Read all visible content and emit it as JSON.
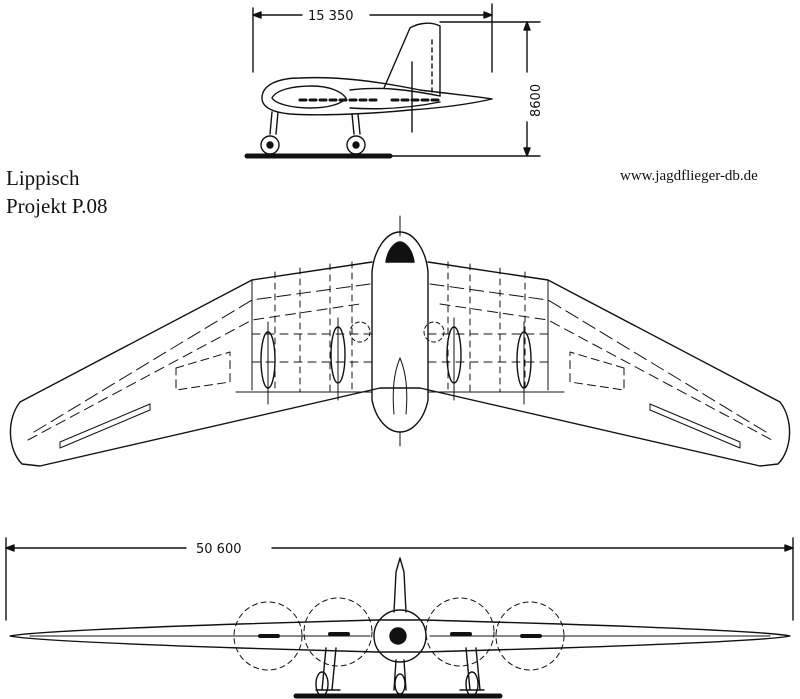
{
  "title": {
    "line1": "Lippisch",
    "line2": "Projekt P.08"
  },
  "website": "www.jagdflieger-db.de",
  "dimensions": {
    "length": "15 350",
    "height": "8600",
    "wingspan": "50 600"
  },
  "colors": {
    "ink": "#111111",
    "paper": "#ffffff"
  }
}
